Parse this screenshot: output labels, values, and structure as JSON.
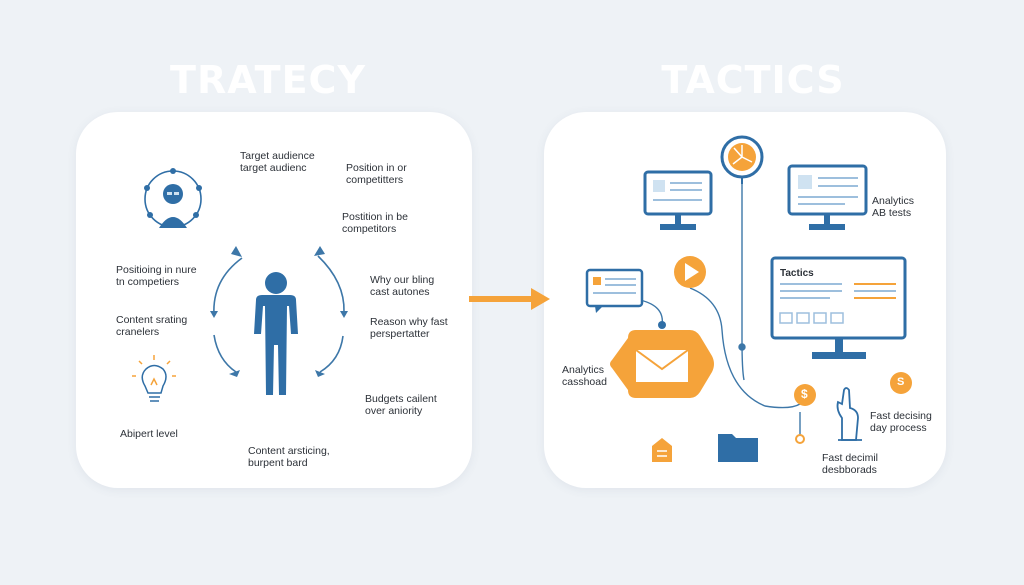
{
  "strategy": {
    "title": "TRATECY",
    "labels": {
      "target_audience_1": "Target audience",
      "target_audience_2": "target audienc",
      "position_1a": "Position in or",
      "position_1b": "competitters",
      "position_2a": "Postition in be",
      "position_2b": "competitors",
      "positioning_a": "Positioing in nure",
      "positioning_b": "tn competiers",
      "content_a": "Content srating",
      "content_b": "cranelers",
      "why_a": "Why our bling",
      "why_b": "cast autones",
      "reason_a": "Reason why fast",
      "reason_b": "perspertatter",
      "budgets_a": "Budgets cailent",
      "budgets_b": "over aniority",
      "abipert": "Abipert level",
      "content_art_a": "Content arsticing,",
      "content_art_b": "burpent bard"
    }
  },
  "tactics": {
    "title": "TACTICS",
    "labels": {
      "analytics_ab_a": "Analytics",
      "analytics_ab_b": "AB tests",
      "tactics_screen": "Tactics",
      "analytics_dash_a": "Analytics",
      "analytics_dash_b": "casshoad",
      "fast_deciding_a": "Fast decising",
      "fast_deciding_b": "day process",
      "fast_decimal_a": "Fast decimil",
      "fast_decimal_b": "desbborads",
      "dollar_sign": "$",
      "alt_sign": "S"
    }
  },
  "colors": {
    "accent_orange": "#f5a33a",
    "accent_blue": "#2f6ea6",
    "line_blue": "#3d77a8",
    "background": "#eef2f6",
    "panel": "#ffffff"
  }
}
